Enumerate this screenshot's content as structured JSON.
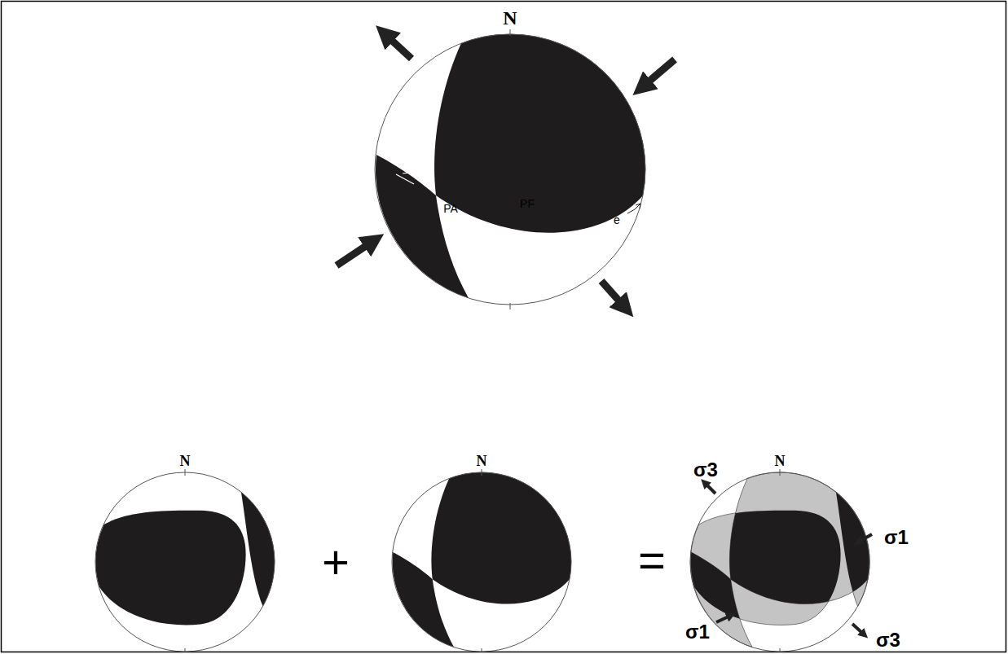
{
  "diagram": {
    "labels": [
      "N",
      "PA",
      "PF",
      "e",
      "N",
      "+",
      "N",
      "=",
      "σ3",
      "N",
      "σ1",
      "σ1",
      "σ3"
    ]
  }
}
